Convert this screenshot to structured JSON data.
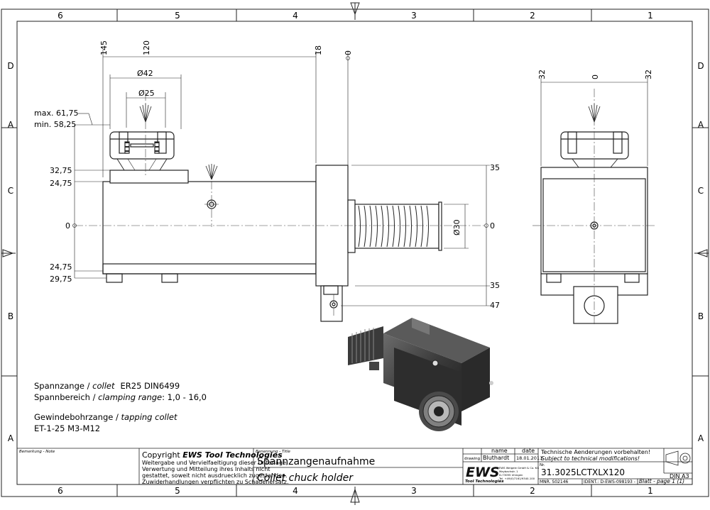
{
  "frame": {
    "columns": [
      "6",
      "5",
      "4",
      "3",
      "2",
      "1"
    ],
    "rows": [
      "D",
      "C",
      "B",
      "A"
    ]
  },
  "dims_top_left": {
    "d145": "145",
    "d120": "120",
    "d18": "18",
    "d0": "0",
    "dia42": "Ø42",
    "dia25": "Ø25"
  },
  "dims_left": {
    "max": "max. 61,75",
    "min": "min. 58,25",
    "d3275": "32,75",
    "d2475a": "24,75",
    "zero": "0",
    "d2475b": "24,75",
    "d2975": "29,75"
  },
  "dims_right": {
    "d35a": "35",
    "zero": "0",
    "dia30": "Ø30",
    "d35b": "35",
    "d47": "47"
  },
  "dims_side": {
    "left": "32",
    "center": "0",
    "right": "32"
  },
  "notes": {
    "collet_de": "Spannzange / ",
    "collet_en": "collet",
    "collet_spec": "ER25    DIN6499",
    "range_de": "Spannbereich / ",
    "range_en": "clamping range",
    "range_spec": ": 1,0 - 16,0",
    "tapping_de": "Gewindebohrzange / ",
    "tapping_en": "tapping collet",
    "tapping_spec": "ET-1-25   M3-M12"
  },
  "title_block": {
    "bemerkung": "Bemerkung - Note",
    "copyright_prefix": "Copyright ",
    "copyright_brand": "EWS Tool Technologies",
    "copyright_lines": [
      "Weitergabe und Vervielfaeltigung dieser Unterlage,",
      "Verwertung und Mitteilung ihres Inhalts nicht",
      "gestattet, soweit nicht ausdruecklich zugestanden.",
      "Zuwiderhandlungen verpflichten zu Schadenersatz."
    ],
    "benennung": "Benennung - Title",
    "title_de": "Spannzangenaufnahme",
    "title_en": "Collet chuck holder",
    "col_name": "name",
    "col_date": "date",
    "row_drawing": "drawing",
    "drawer": "Bluthardt",
    "date": "18.01.2011",
    "logo": "EWS",
    "logo_sub": "Tool Technologies",
    "company_lines": [
      "EWS Weigele GmbH & Co. KG",
      "Maybachstr. 1",
      "D-73095 Uhingen",
      "Tel. +49(0)7161/9340-100"
    ],
    "changes_de": "Technische Aenderungen vorbehalten!",
    "changes_en": "Subject to technical modifications!",
    "nr_label": "Nr.",
    "part_number": "31.3025LCTXLX120",
    "mnr": "MNR. S02146",
    "ident": "IDENT.: D-EWS-098193 -",
    "sheet": "Blatt - page 1 (1)",
    "format": "DIN A3"
  }
}
